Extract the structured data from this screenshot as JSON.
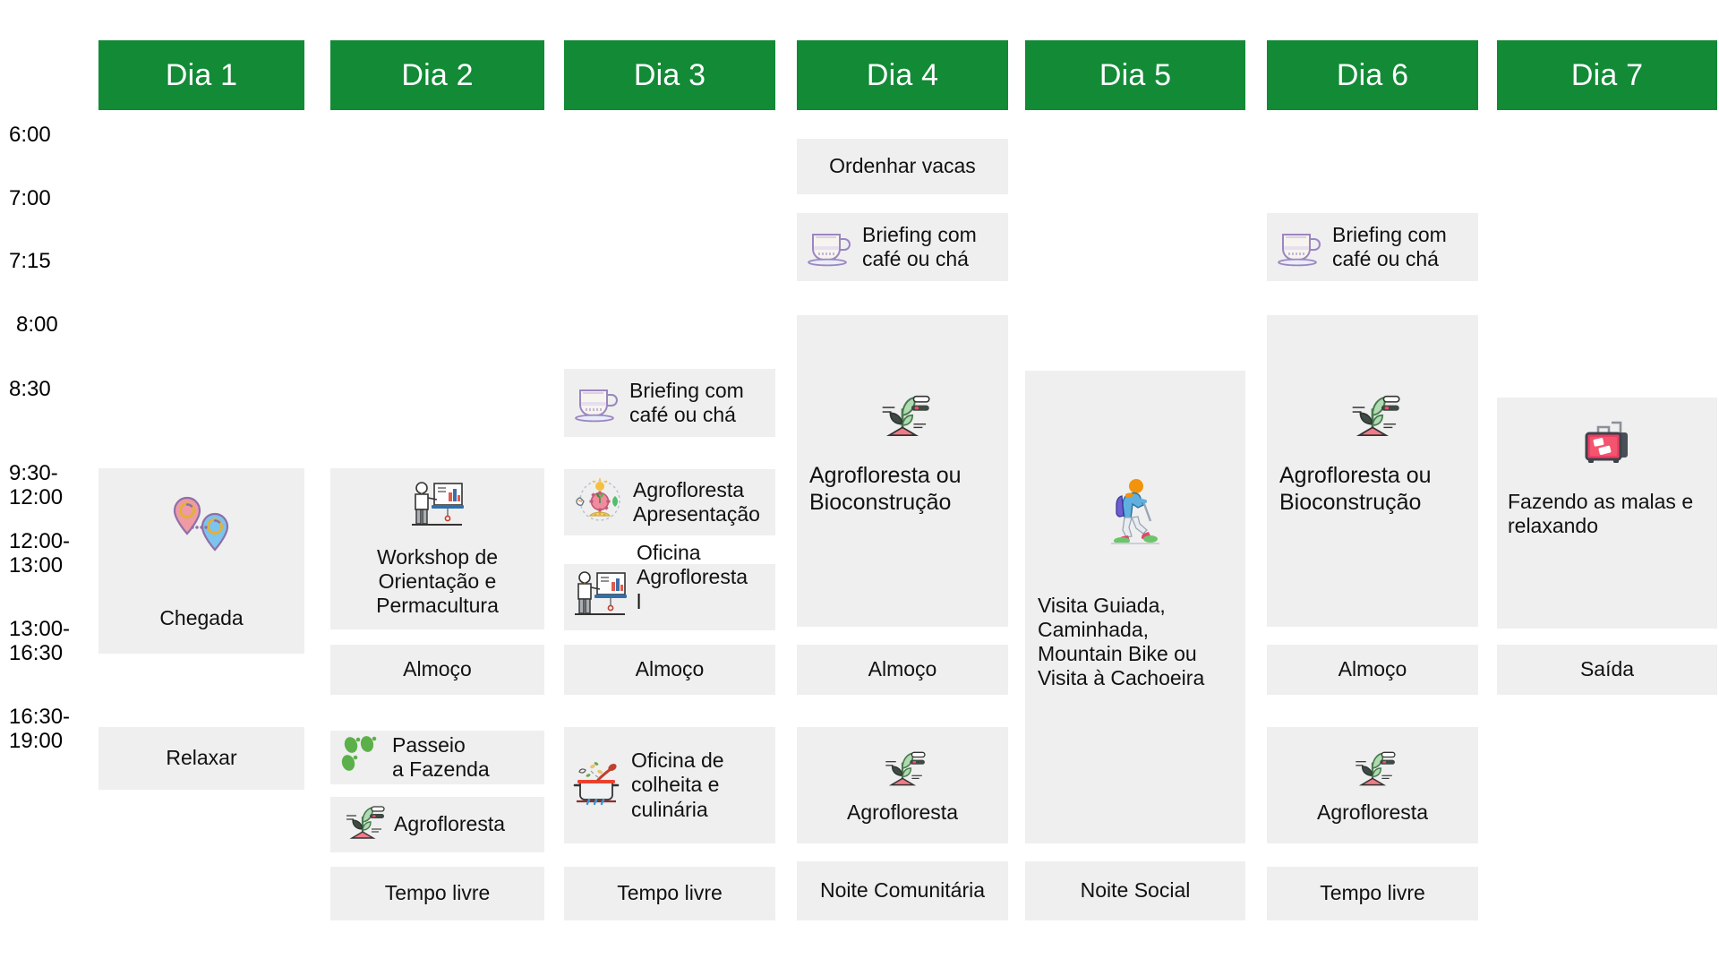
{
  "meta": {
    "title": "Programacao semanal da fazenda",
    "header_color": "#128A36",
    "cell_color": "#efefef"
  },
  "time_labels": [
    {
      "id": "t-600",
      "text": "6:00"
    },
    {
      "id": "t-700",
      "text": "7:00"
    },
    {
      "id": "t-715",
      "text": "7:15"
    },
    {
      "id": "t-800",
      "text": "8:00"
    },
    {
      "id": "t-830",
      "text": "8:30"
    },
    {
      "id": "t-930",
      "text": "9:30-\n12:00"
    },
    {
      "id": "t-1200",
      "text": "12:00-\n13:00"
    },
    {
      "id": "t-1300",
      "text": "13:00-\n16:30"
    },
    {
      "id": "t-1630",
      "text": "16:30-\n19:00"
    }
  ],
  "days": [
    {
      "id": "dia-1",
      "label": "Dia 1"
    },
    {
      "id": "dia-2",
      "label": "Dia 2"
    },
    {
      "id": "dia-3",
      "label": "Dia 3"
    },
    {
      "id": "dia-4",
      "label": "Dia 4"
    },
    {
      "id": "dia-5",
      "label": "Dia 5"
    },
    {
      "id": "dia-6",
      "label": "Dia 6"
    },
    {
      "id": "dia-7",
      "label": "Dia 7"
    }
  ],
  "events": {
    "d1_chegada": {
      "text": "Chegada",
      "icon": "map-pins-icon"
    },
    "d1_relaxar": {
      "text": "Relaxar",
      "icon": "none"
    },
    "d2_workshop": {
      "text": "Workshop de\nOrientação e\nPermacultura",
      "icon": "presenter-chart-icon"
    },
    "d2_almoco": {
      "text": "Almoço",
      "icon": "none"
    },
    "d2_passeio": {
      "text": "Passeio\na Fazenda",
      "icon": "footprints-icon"
    },
    "d2_agrofloresta": {
      "text": "Agrofloresta",
      "icon": "seedling-icon"
    },
    "d2_tempo_livre": {
      "text": "Tempo livre",
      "icon": "none"
    },
    "d3_briefing": {
      "text": "Briefing com\ncafé ou chá",
      "icon": "teacup-icon"
    },
    "d3_apresentacao": {
      "text": "Agrofloresta\nApresentação",
      "icon": "permaculture-wheel-icon"
    },
    "d3_oficina": {
      "text": "Oficina\nAgrofloresta\nl",
      "icon": "presenter-chart-icon"
    },
    "d3_almoco": {
      "text": "Almoço",
      "icon": "none"
    },
    "d3_culinaria": {
      "text": "Oficina de\ncolheita e\nculinária",
      "icon": "cooking-pot-icon"
    },
    "d3_tempo_livre": {
      "text": "Tempo livre",
      "icon": "none"
    },
    "d4_ordenhar": {
      "text": "Ordenhar vacas",
      "icon": "none"
    },
    "d4_briefing": {
      "text": "Briefing com\ncafé ou chá",
      "icon": "teacup-icon"
    },
    "d4_agro_bio": {
      "text": "Agrofloresta ou\nBioconstrução",
      "icon": "seedling-icon"
    },
    "d4_almoco": {
      "text": "Almoço",
      "icon": "none"
    },
    "d4_agrofloresta": {
      "text": "Agrofloresta",
      "icon": "seedling-icon"
    },
    "d4_noite": {
      "text": "Noite Comunitária",
      "icon": "none"
    },
    "d5_visita": {
      "text": "Visita Guiada,\nCaminhada,\nMountain Bike ou\nVisita à Cachoeira",
      "icon": "hiker-icon"
    },
    "d5_noite": {
      "text": "Noite Social",
      "icon": "none"
    },
    "d6_briefing": {
      "text": "Briefing com\ncafé ou chá",
      "icon": "teacup-icon"
    },
    "d6_agro_bio": {
      "text": "Agrofloresta ou\nBioconstrução",
      "icon": "seedling-icon"
    },
    "d6_almoco": {
      "text": "Almoço",
      "icon": "none"
    },
    "d6_agrofloresta": {
      "text": "Agrofloresta",
      "icon": "seedling-icon"
    },
    "d6_tempo_livre": {
      "text": "Tempo livre",
      "icon": "none"
    },
    "d7_malas": {
      "text": "Fazendo as malas e\nrelaxando",
      "icon": "suitcase-icon"
    },
    "d7_saida": {
      "text": "Saída",
      "icon": "none"
    }
  }
}
